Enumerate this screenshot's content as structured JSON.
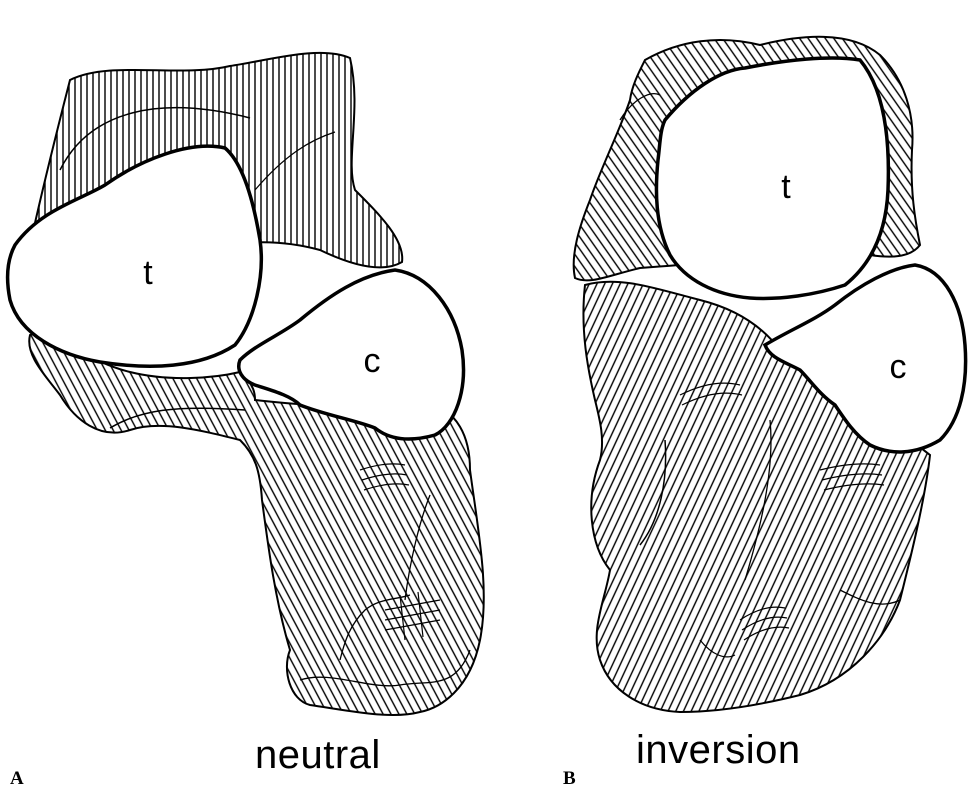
{
  "panels": [
    {
      "letter": "A",
      "caption": "neutral",
      "bone_labels": {
        "talus": "t",
        "calcaneus": "c"
      }
    },
    {
      "letter": "B",
      "caption": "inversion",
      "bone_labels": {
        "talus": "t",
        "calcaneus": "c"
      }
    }
  ]
}
